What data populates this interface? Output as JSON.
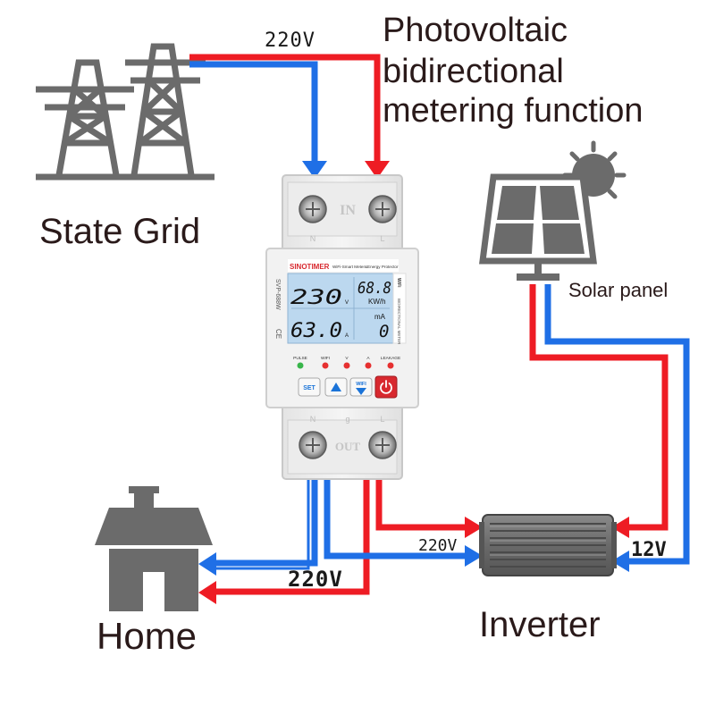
{
  "header": {
    "title_lines": [
      "Photovoltaic",
      "bidirectional",
      "metering function"
    ]
  },
  "labels": {
    "grid": "State Grid",
    "home": "Home",
    "inverter": "Inverter",
    "solar_panel": "Solar panel",
    "voltage_grid": "220V",
    "voltage_home": "220V",
    "voltage_inverter": "220V",
    "voltage_dc": "12V"
  },
  "meter": {
    "brand": "SINOTIMER",
    "subtitle": "WiFi-Smart Meter&Energy Protector",
    "model": "SVP-688W",
    "ce_mark": "CE",
    "side_label": "BIDIRECTIONAL METER",
    "wifi_badge": "WiFi",
    "top_terminal_tag": "IN",
    "bottom_terminal_tag": "OUT",
    "top_terminal_letters": [
      "N",
      "L"
    ],
    "bottom_terminal_letters": [
      "N",
      "g",
      "L"
    ],
    "display": {
      "voltage": "230",
      "voltage_unit": "V",
      "current": "63.0",
      "current_unit": "A",
      "energy": "68.8",
      "energy_unit": "KW/h",
      "leakage": "0",
      "leakage_unit": "mA"
    },
    "indicators": [
      "PULSE",
      "WIFI",
      "V",
      "A",
      "LEAKAGE"
    ],
    "buttons": {
      "set": "SET",
      "wifi": "WIFI"
    }
  },
  "colors": {
    "live_wire": "#ee1c24",
    "neutral_wire": "#1f6fe6",
    "icon_gray": "#6b6b6b",
    "lcd": "#bcd8ef",
    "power_button": "#d8292f",
    "led": "#e63030",
    "pulse_led": "#38b54a"
  },
  "icons": [
    "transmission-tower-icon",
    "house-icon",
    "solar-panel-icon",
    "sun-icon",
    "inverter-icon"
  ]
}
